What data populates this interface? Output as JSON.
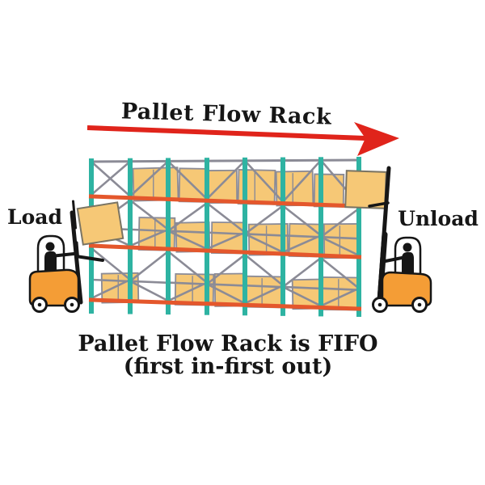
{
  "title": {
    "text": "Pallet Flow Rack"
  },
  "labels": {
    "load": "Load",
    "unload": "Unload"
  },
  "caption": {
    "line1": "Pallet Flow Rack is FIFO",
    "line2": "(first in-first out)"
  },
  "diagram": {
    "type": "pallet-flow-rack",
    "flow_direction": "left-to-right",
    "rack": {
      "posts": 8,
      "bays": 7,
      "levels": 3
    },
    "colors": {
      "background": "#ffffff",
      "arrow_red": "#e0241b",
      "post_teal": "#2eb3a2",
      "beam_orange": "#e4572c",
      "pallet_yellow": "#f6c876",
      "pallet_outline": "#8b8b96",
      "brace_gray": "#8b8b96",
      "forklift_orange": "#f49d36",
      "ink_black": "#161616"
    }
  }
}
